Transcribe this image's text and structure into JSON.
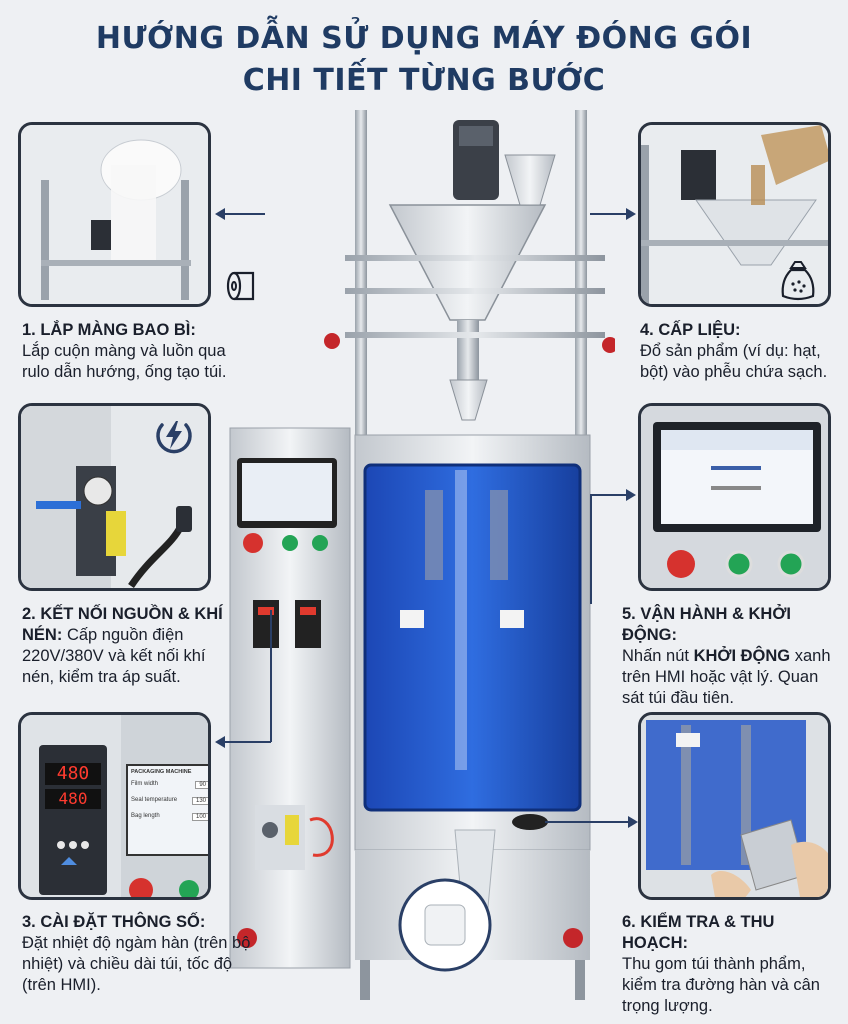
{
  "title": {
    "line1": "HƯỚNG DẪN SỬ DỤNG MÁY ĐÓNG GÓI",
    "line2": "CHI TIẾT TỪNG BƯỚC"
  },
  "steps": [
    {
      "heading": "1. LẮP MÀNG BAO BÌ:",
      "body": "Lắp cuộn màng và luồn qua rulo dẫn hướng, ống tạo túi."
    },
    {
      "heading": "2. KẾT NỐI NGUỒN & KHÍ NÉN:",
      "body": "Cấp nguồn điện 220V/380V và kết nối khí nén, kiểm tra áp suất."
    },
    {
      "heading": "3. CÀI ĐẶT THÔNG SỐ:",
      "body": "Đặt nhiệt độ ngàm hàn (trên bộ nhiệt) và chiều dài túi, tốc độ (trên HMI)."
    },
    {
      "heading": "4. CẤP LIỆU:",
      "body": "Đổ sản phẩm (ví dụ: hạt, bột) vào phễu chứa sạch."
    },
    {
      "heading": "5. VẬN HÀNH & KHỞI ĐỘNG:",
      "body_pre": "Nhấn nút ",
      "body_bold": "KHỞI ĐỘNG",
      "body_post": " xanh trên HMI hoặc vật lý. Quan sát túi đầu tiên."
    },
    {
      "heading": "6. KIỂM TRA & THU HOẠCH:",
      "body": "Thu gom túi thành phẩm, kiểm tra đường hàn và cân trọng lượng."
    }
  ],
  "displays": {
    "temp_1": "480",
    "temp_2": "480",
    "hmi_title": "PACKAGING MACHINE",
    "hmi_rows": [
      {
        "label": "Film width",
        "value": "90"
      },
      {
        "label": "Seal temperature",
        "value": "130"
      },
      {
        "label": "Bag length",
        "value": "100"
      }
    ]
  },
  "colors": {
    "accent": "#2a3f66",
    "title": "#1f3b63",
    "stop_button": "#d6322e",
    "start_button": "#23a455",
    "guard_blue": "#1f56c8"
  }
}
